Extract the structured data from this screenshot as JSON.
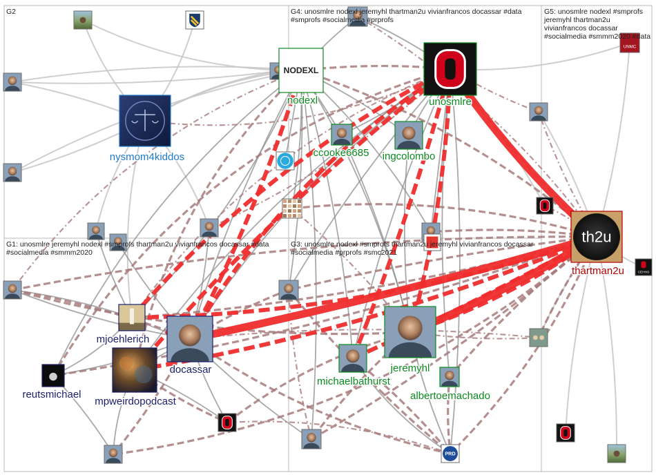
{
  "colors": {
    "edge_gray": "#c9c9c9",
    "edge_dark": "#8c8c8c",
    "edge_rose": "#a77b7b",
    "edge_red": "#f02d2d",
    "group_border": "#b9b9b9",
    "label_blue": "#1f78c8",
    "label_green": "#0a8a1f",
    "label_red": "#b50000",
    "label_navy": "#1b1f6b"
  },
  "groups": [
    {
      "id": "G2",
      "title": "G2"
    },
    {
      "id": "G4",
      "title": "G4: unosmlre nodexl jeremyhl thartman2u vivianfrancos docassar #data\n#smprofs #socialmedia #prprofs"
    },
    {
      "id": "G5",
      "title": "G5: unosmlre nodexl #smprofs\njeremyhl thartman2u\nvivianfrancos docassar\n#socialmedia #smmm2020 #data"
    },
    {
      "id": "G1",
      "title": "G1: unosmlre jeremyhl nodexl #smprofs thartman2u vivianfrancos docassar #data\n#socialmedia #smmm2020"
    },
    {
      "id": "G3",
      "title": "G3: unosmlre nodexl #smprofs thartman2u jeremyhl vivianfrancos docassar\n#socialmedia #prprofs #smc2021"
    }
  ],
  "nodes": [
    {
      "id": "nysmom4kiddos",
      "label": "nysmom4kiddos",
      "icon": "scales-of-justice-icon",
      "color": "blue"
    },
    {
      "id": "nodexl",
      "label": "nodexl",
      "icon": "nodexl-logo-icon",
      "color": "green",
      "logo_text": "NODEXL"
    },
    {
      "id": "unosmlre",
      "label": "unosmlre",
      "icon": "omaha-o-logo-icon",
      "color": "green"
    },
    {
      "id": "ccooke6685",
      "label": "ccooke6685",
      "icon": "person-photo-icon",
      "color": "green"
    },
    {
      "id": "ingcolombo",
      "label": "ingcolombo",
      "icon": "person-photo-icon",
      "color": "green"
    },
    {
      "id": "thartman2u",
      "label": "thartman2u",
      "icon": "th2u-logo-icon",
      "color": "red",
      "logo_text": "th2u"
    },
    {
      "id": "mjoehlerich",
      "label": "mjoehlerich",
      "icon": "lighthouse-photo-icon",
      "color": "navy"
    },
    {
      "id": "docassar",
      "label": "docassar",
      "icon": "person-photo-icon",
      "color": "navy"
    },
    {
      "id": "reutsmichael",
      "label": "reutsmichael",
      "icon": "dark-photo-icon",
      "color": "navy"
    },
    {
      "id": "mpweirdopodcast",
      "label": "mpweirdopodcast",
      "icon": "nebula-photo-icon",
      "color": "navy"
    },
    {
      "id": "jeremyhl",
      "label": "jeremyhl",
      "icon": "person-photo-icon",
      "color": "green"
    },
    {
      "id": "michaelbathurst",
      "label": "michaelbathurst",
      "icon": "person-photo-icon",
      "color": "green"
    },
    {
      "id": "albertoemachado",
      "label": "albertoemachado",
      "icon": "person-photo-icon",
      "color": "green"
    }
  ],
  "small_nodes": [
    {
      "id": "g2-top-photo",
      "icon": "landscape-photo-icon"
    },
    {
      "id": "g2-shield",
      "icon": "shield-logo-icon"
    },
    {
      "id": "g2-left-1",
      "icon": "person-photo-icon"
    },
    {
      "id": "g2-left-2",
      "icon": "person-photo-icon"
    },
    {
      "id": "g2-bottom-1",
      "icon": "person-photo-icon"
    },
    {
      "id": "g2-bottom-2",
      "icon": "person-photo-icon"
    },
    {
      "id": "g2-bottom-3",
      "icon": "person-photo-icon"
    },
    {
      "id": "g4-small-1",
      "icon": "person-photo-icon"
    },
    {
      "id": "g4-small-2",
      "icon": "person-photo-icon"
    },
    {
      "id": "g4-blue-circle",
      "icon": "blue-badge-icon"
    },
    {
      "id": "g4-grid",
      "icon": "photo-grid-icon"
    },
    {
      "id": "g4-bottom-right",
      "icon": "person-photo-icon"
    },
    {
      "id": "g5-unmc",
      "icon": "unmc-logo-icon",
      "logo_text": "UNMC"
    },
    {
      "id": "g5-photo",
      "icon": "person-photo-icon"
    },
    {
      "id": "g5-o-logo",
      "icon": "omaha-o-logo-icon"
    },
    {
      "id": "g5-cehhs",
      "icon": "cehhs-logo-icon",
      "logo_text": "CEHHS"
    },
    {
      "id": "g5-group-photo",
      "icon": "group-photo-icon"
    },
    {
      "id": "g5-o-logo-2",
      "icon": "omaha-o-logo-icon"
    },
    {
      "id": "g5-bottom-photo",
      "icon": "landscape-photo-icon"
    },
    {
      "id": "g1-left-1",
      "icon": "person-photo-icon"
    },
    {
      "id": "g1-bottom-person",
      "icon": "person-photo-icon"
    },
    {
      "id": "g1-o-logo",
      "icon": "omaha-o-logo-icon"
    },
    {
      "id": "g3-woman",
      "icon": "person-photo-icon"
    },
    {
      "id": "g3-bottom-1",
      "icon": "person-photo-icon"
    },
    {
      "id": "g3-prd",
      "icon": "prd-logo-icon",
      "logo_text": "PRD"
    },
    {
      "id": "g3-right-photo",
      "icon": "landscape-photo-icon"
    },
    {
      "id": "g3-top-photo",
      "icon": "person-photo-icon"
    },
    {
      "id": "g3-red-tile",
      "icon": "red-tile-icon"
    }
  ]
}
